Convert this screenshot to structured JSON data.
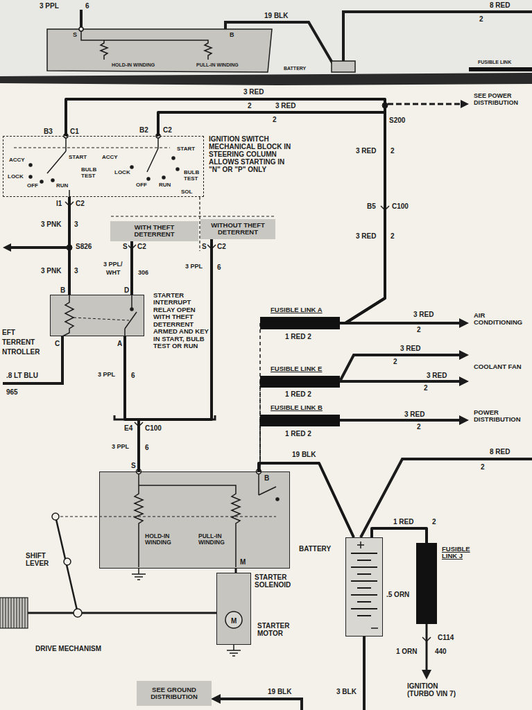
{
  "diagram": {
    "nodes": [
      {
        "text": [
          "IGNITION SWITCH MECHANICAL BLOCK IN STEERING COLUMN ALLOWS STARTING IN \"N\" OR \"P\" ONLY",
          "ACCY",
          "LOCK",
          "OFF",
          "RUN",
          "START",
          "ACCY",
          "BULB TEST",
          "LOCK",
          "OFF",
          "RUN",
          "START",
          "BULB TEST",
          "SOL"
        ]
      },
      {
        "text": [
          "WITH THEFT DETERRENT"
        ]
      },
      {
        "text": [
          "WITHOUT THEFT DETERRENT"
        ]
      },
      {
        "text": [
          "STARTER INTERRUPT RELAY OPEN WITH THEFT DETERRENT ARMED AND KEY IN START, BULB TEST OR RUN"
        ]
      },
      {
        "text": [
          "FUSIBLE LINK A"
        ]
      },
      {
        "text": [
          "FUSIBLE LINK E"
        ]
      },
      {
        "text": [
          "FUSIBLE LINK B"
        ]
      },
      {
        "text": [
          "STARTER SOLENOID",
          "HOLD-IN WINDING",
          "PULL-IN WINDING"
        ]
      },
      {
        "text": [
          "STARTER MOTOR",
          "M"
        ]
      },
      {
        "text": [
          "BATTERY"
        ]
      },
      {
        "text": [
          "FUSIBLE LINK J"
        ]
      },
      {
        "text": [
          "SEE GROUND DISTRIBUTION"
        ]
      }
    ],
    "edges": [
      {
        "from": 0,
        "to": 4,
        "arrow": "none"
      },
      {
        "from": 0,
        "to": 4,
        "arrow": "none"
      },
      {
        "from": 0,
        "to": 3,
        "arrow": "none"
      },
      {
        "from": 1,
        "to": 3,
        "arrow": "none"
      },
      {
        "from": 3,
        "to": 7,
        "arrow": "none"
      },
      {
        "from": 2,
        "to": 7,
        "arrow": "none"
      },
      {
        "from": 4,
        "to": 7,
        "arrow": "none"
      },
      {
        "from": 5,
        "to": 7,
        "arrow": "none"
      },
      {
        "from": 6,
        "to": 7,
        "arrow": "none"
      },
      {
        "from": 7,
        "to": 8,
        "arrow": "none"
      },
      {
        "from": 7,
        "to": 9,
        "arrow": "none"
      },
      {
        "from": 9,
        "to": 10,
        "arrow": "none"
      }
    ],
    "labels": [
      "3 PPL",
      "6",
      "19 BLK",
      "8 RED",
      "2",
      "S",
      "B",
      "HOLD-IN WINDING",
      "PULL-IN WINDING",
      "BATTERY",
      "FUSIBLE LINK",
      "3 RED",
      "2",
      "3 RED",
      "2",
      "S200",
      "SEE POWER DISTRIBUTION",
      "B3",
      "C1",
      "B2",
      "C2",
      "3 RED",
      "2",
      "B5",
      "C100",
      "3 RED",
      "2",
      "I1",
      "C2",
      "3 PNK",
      "3",
      "S826",
      "3 PNK",
      "3",
      "S",
      "C2",
      "3 PPL/",
      "WHT",
      "306",
      "S",
      "C2",
      "3 PPL",
      "6",
      "B",
      "D",
      "C",
      "A",
      "EFT",
      "TERRENT",
      "NTROLLER",
      ".8 LT BLU",
      "965",
      "3 PPL",
      "6",
      "E4",
      "C100",
      "3 PPL",
      "6",
      "S",
      "B",
      "M",
      "SHIFT LEVER",
      "DRIVE MECHANISM",
      "1 RED 2",
      "3 RED",
      "2",
      "AIR CONDITIONING",
      "3 RED",
      "2",
      "3 RED",
      "2",
      "COOLANT FAN",
      "1 RED 2",
      "3 RED",
      "2",
      "POWER DISTRIBUTION",
      "1 RED 2",
      "19 BLK",
      "8 RED",
      "2",
      "1 RED",
      "2",
      ".5 ORN",
      "C114",
      "1 ORN",
      "440",
      "IGNITION (TURBO VIN 7)",
      "19 BLK",
      "3 BLK"
    ]
  }
}
